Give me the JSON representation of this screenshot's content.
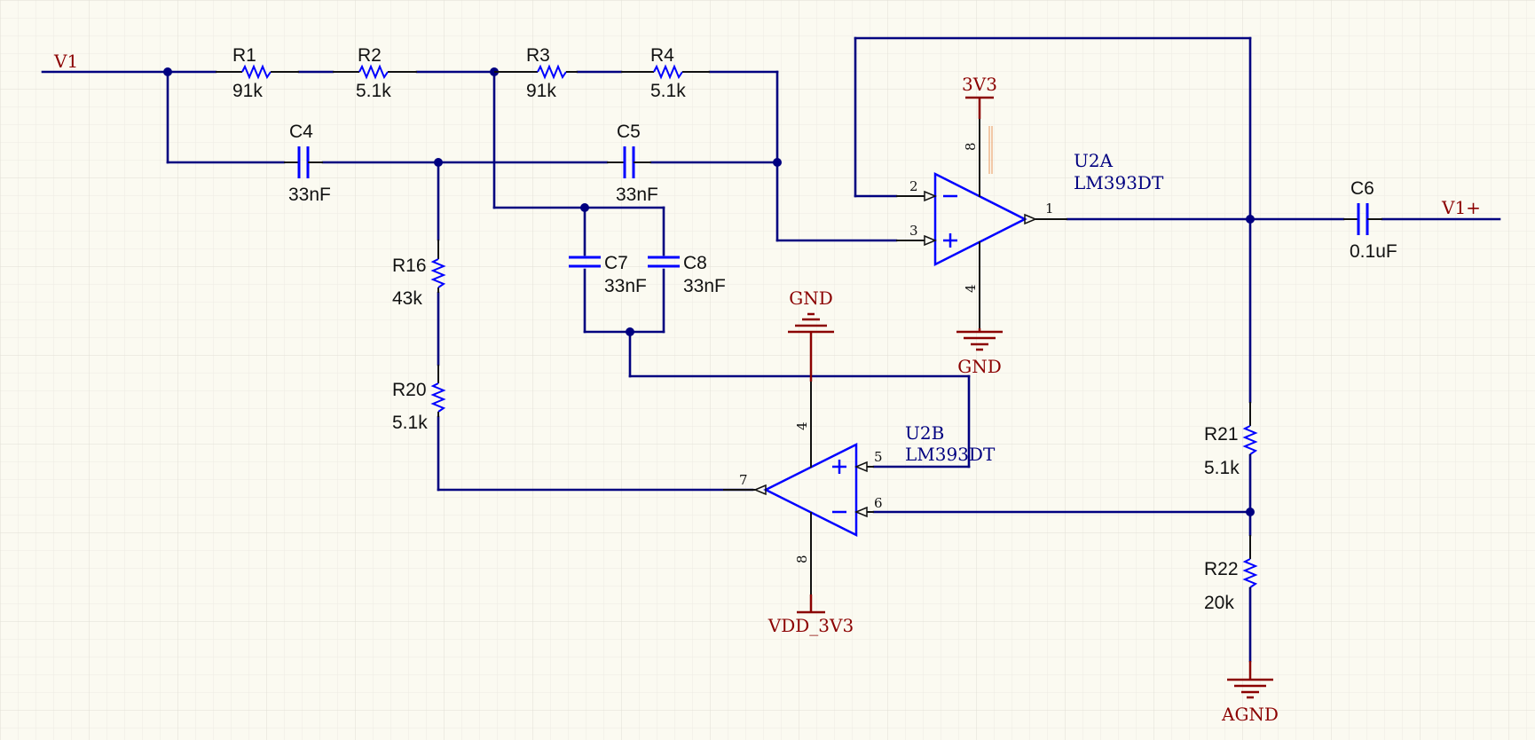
{
  "colors": {
    "background": "#fbfaf1",
    "grid": "#e8e8e0",
    "wire": "#000080",
    "component": "#0000ff",
    "power": "#8b0000",
    "pin_stub": "#111111",
    "label_text": "#111111",
    "junction": "#000080"
  },
  "net_labels": {
    "v1": "V1",
    "v1_plus": "V1+"
  },
  "power_labels": {
    "u2a_vcc": "3V3",
    "u2a_gnd": "GND",
    "u2b_gnd": "GND",
    "u2b_vdd": "VDD_3V3",
    "agnd": "AGND"
  },
  "resistors": [
    {
      "ref": "R1",
      "value": "91k"
    },
    {
      "ref": "R2",
      "value": "5.1k"
    },
    {
      "ref": "R3",
      "value": "91k"
    },
    {
      "ref": "R4",
      "value": "5.1k"
    },
    {
      "ref": "R16",
      "value": "43k"
    },
    {
      "ref": "R20",
      "value": "5.1k"
    },
    {
      "ref": "R21",
      "value": "5.1k"
    },
    {
      "ref": "R22",
      "value": "20k"
    }
  ],
  "capacitors": [
    {
      "ref": "C4",
      "value": "33nF"
    },
    {
      "ref": "C5",
      "value": "33nF"
    },
    {
      "ref": "C7",
      "value": "33nF"
    },
    {
      "ref": "C8",
      "value": "33nF"
    },
    {
      "ref": "C6",
      "value": "0.1uF"
    }
  ],
  "opamps": {
    "u2a": {
      "designator": "U2A",
      "part": "LM393DT",
      "pins": {
        "inverting": "2",
        "noninverting": "3",
        "output": "1",
        "vcc": "8",
        "gnd": "4"
      }
    },
    "u2b": {
      "designator": "U2B",
      "part": "LM393DT",
      "pins": {
        "noninverting": "5",
        "inverting": "6",
        "output": "7",
        "gnd": "4",
        "vcc": "8"
      }
    }
  }
}
